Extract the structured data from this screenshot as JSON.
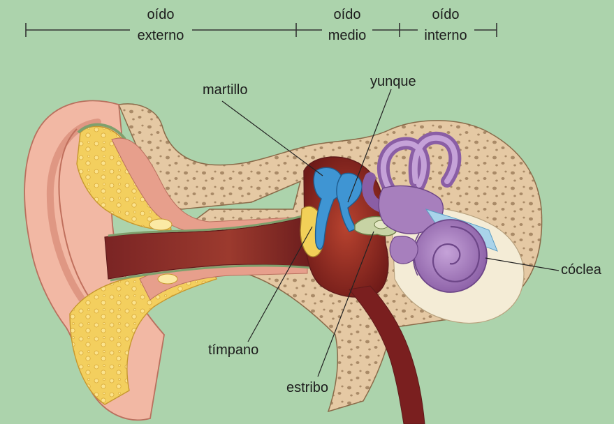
{
  "sections": {
    "outer": {
      "line1": "oído",
      "line2": "externo"
    },
    "middle": {
      "line1": "oído",
      "line2": "medio"
    },
    "inner": {
      "line1": "oído",
      "line2": "interno"
    }
  },
  "labels": {
    "hammer": "martillo",
    "anvil": "yunque",
    "eardrum": "tímpano",
    "stirrup": "estribo",
    "cochlea": "cóclea"
  },
  "colors": {
    "background": "#acd3ac",
    "skin": "#f2b8a4",
    "bone": "#e5c9a4",
    "fat": "#f3cf5e",
    "ear_canal": "#8c2a2a",
    "cochlea": "#a77fbd",
    "ossicles": "#3f95d3",
    "eardrum": "#f2d058"
  }
}
